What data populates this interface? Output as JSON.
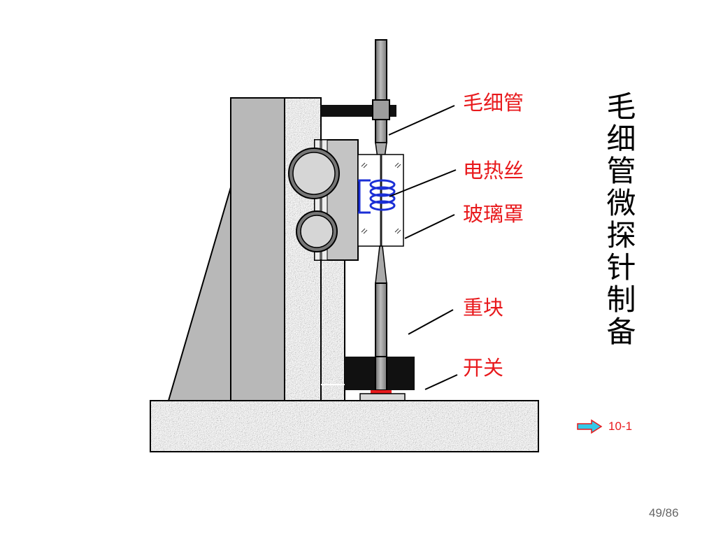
{
  "title": "毛细管微探针制备",
  "labels": {
    "capillary": "毛细管",
    "heating_wire": "电热丝",
    "glass_cover": "玻璃罩",
    "weight": "重块",
    "switch": "开关"
  },
  "nav": {
    "next_label": "10-1",
    "arrow_icon": "right-arrow-icon"
  },
  "page_indicator": "49/86",
  "colors": {
    "label_red": "#e8191c",
    "coil_blue": "#1b2fd6",
    "arrow_fill": "#33c9e8",
    "stone_gray": "#a9a9a9",
    "column_gray": "#b8b8b8"
  }
}
